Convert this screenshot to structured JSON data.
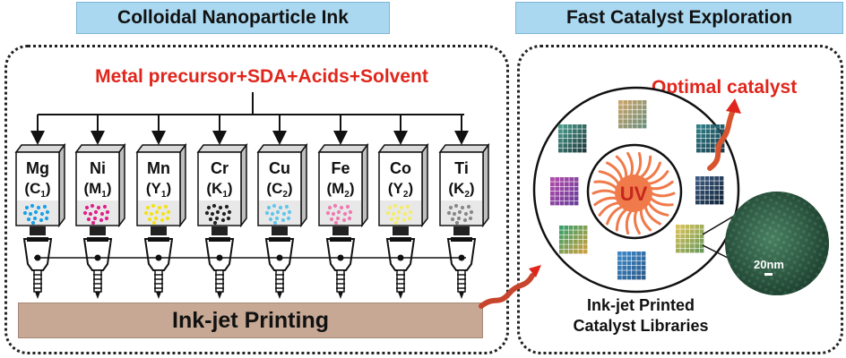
{
  "left_panel": {
    "title": "Colloidal Nanoparticle Ink",
    "precursor_text": "Metal precursor+SDA+Acids+Solvent",
    "printing_label": "Ink-jet Printing",
    "cartridges": [
      {
        "element": "Mg",
        "code": "C",
        "index": "1",
        "dot_color": "#1aa1e6"
      },
      {
        "element": "Ni",
        "code": "M",
        "index": "1",
        "dot_color": "#e0218a"
      },
      {
        "element": "Mn",
        "code": "Y",
        "index": "1",
        "dot_color": "#f1e21a"
      },
      {
        "element": "Cr",
        "code": "K",
        "index": "1",
        "dot_color": "#222222"
      },
      {
        "element": "Cu",
        "code": "C",
        "index": "2",
        "dot_color": "#62c6ec"
      },
      {
        "element": "Fe",
        "code": "M",
        "index": "2",
        "dot_color": "#ef7bb0"
      },
      {
        "element": "Co",
        "code": "Y",
        "index": "2",
        "dot_color": "#f4ec6a"
      },
      {
        "element": "Ti",
        "code": "K",
        "index": "2",
        "dot_color": "#888888"
      }
    ]
  },
  "right_panel": {
    "title": "Fast Catalyst Exploration",
    "optimal_label": "Optimal catalyst",
    "uv_label": "UV",
    "scale_label": "20nm",
    "caption_line1": "Ink-jet Printed",
    "caption_line2": "Catalyst Libraries"
  },
  "colors": {
    "title_tab": "#a9d8f0",
    "printing_bar": "#c6a895",
    "red_text": "#e0261c",
    "sun": "#f07a4a"
  },
  "icons": [
    "cartridge-icon",
    "printhead-icon",
    "uv-sun-icon",
    "catalyst-library-icon",
    "tem-image-icon",
    "arrow-icon"
  ]
}
